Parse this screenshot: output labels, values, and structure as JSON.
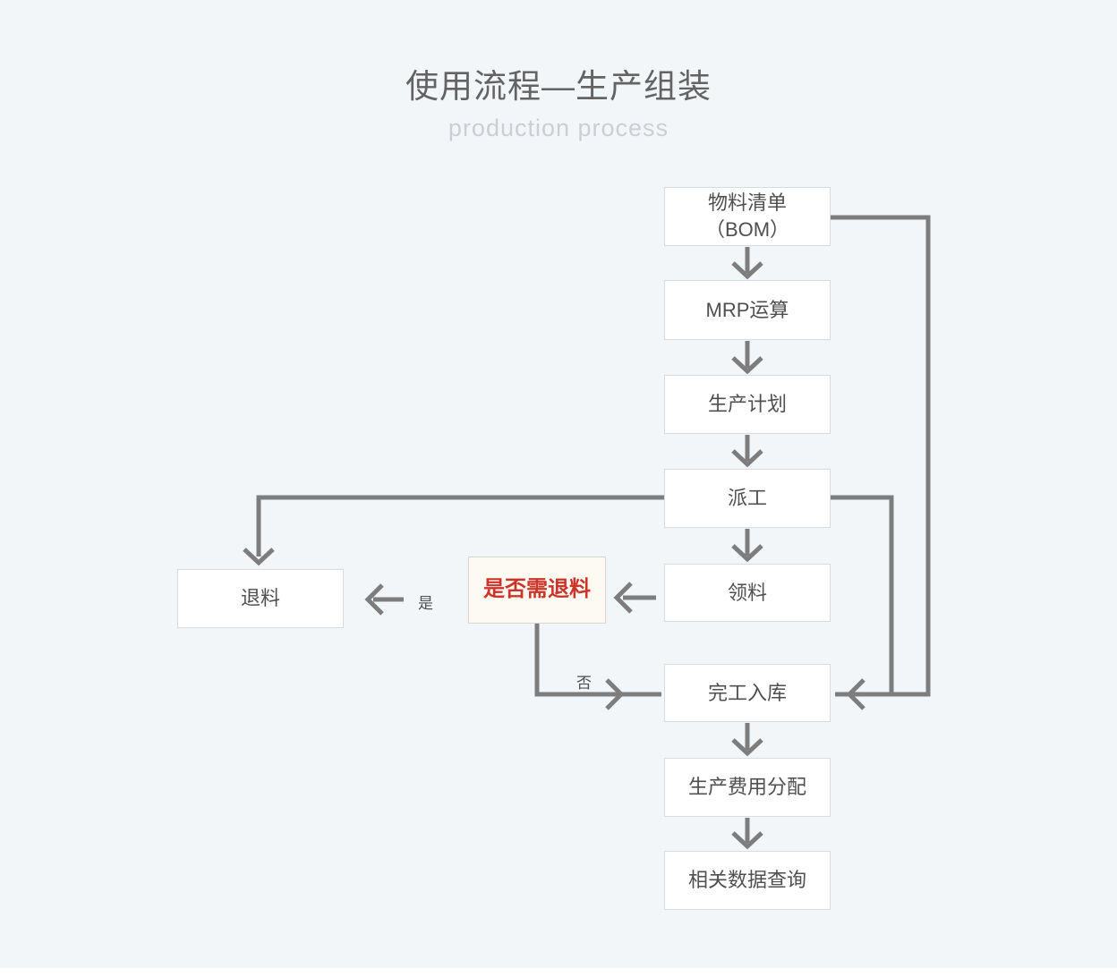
{
  "page": {
    "title": "使用流程—生产组装",
    "subtitle": "production process"
  },
  "nodes": {
    "bom": {
      "line1": "物料清单",
      "line2": "（BOM）"
    },
    "mrp": {
      "label": "MRP运算"
    },
    "plan": {
      "label": "生产计划"
    },
    "dispatch": {
      "label": "派工"
    },
    "picking": {
      "label": "领料"
    },
    "decision": {
      "label": "是否需退料"
    },
    "material_return": {
      "label": "退料"
    },
    "warehouse_in": {
      "label": "完工入库"
    },
    "cost_allocation": {
      "label": "生产费用分配"
    },
    "data_query": {
      "label": "相关数据查询"
    }
  },
  "edge_labels": {
    "yes": "是",
    "no": "否"
  },
  "colors": {
    "background": "#f2f6f9",
    "box_background": "#ffffff",
    "box_border": "#d8dce0",
    "box_text": "#4f4f4f",
    "arrow": "#7d7d7d",
    "decision_background": "#fdfaf1",
    "decision_text": "#cc342a",
    "title_text": "#636363",
    "subtitle_text": "#cbcfd3"
  }
}
